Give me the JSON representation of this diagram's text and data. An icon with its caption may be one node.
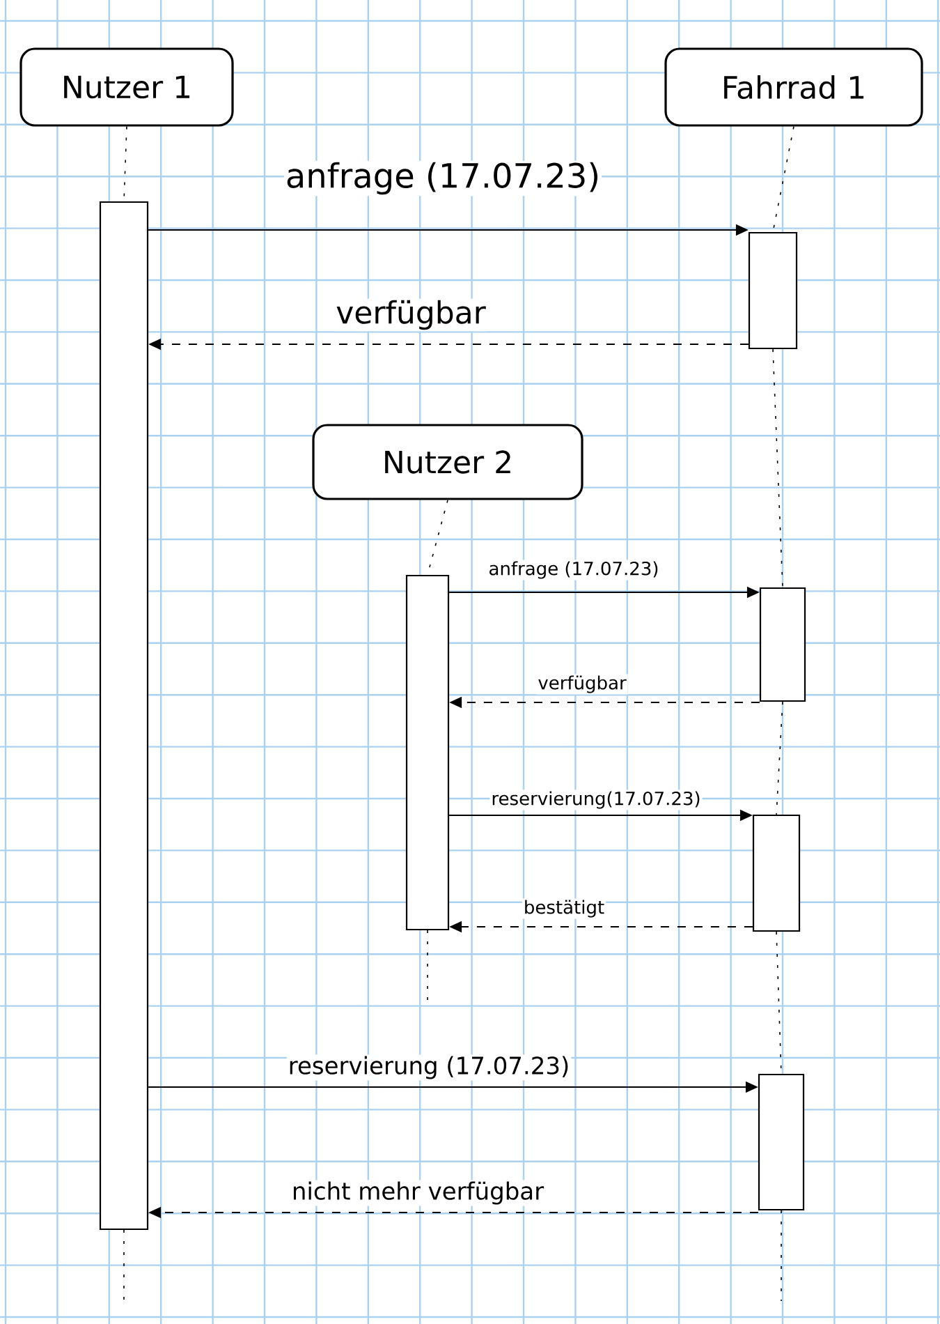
{
  "diagram": {
    "nodes": [
      {
        "text": [
          "Nutzer 1"
        ]
      },
      {
        "text": [
          "Fahrrad 1"
        ]
      },
      {
        "text": [
          "Nutzer 2"
        ]
      },
      {
        "text": [],
        "shape": "bar"
      },
      {
        "text": [],
        "shape": "bar"
      },
      {
        "text": [],
        "shape": "bar"
      },
      {
        "text": [],
        "shape": "bar"
      },
      {
        "text": [],
        "shape": "bar"
      },
      {
        "text": [],
        "shape": "bar"
      }
    ],
    "edges": [
      {
        "from": 0,
        "to": 3,
        "arrow": "none",
        "style": "dashed"
      },
      {
        "from": 1,
        "to": 4,
        "arrow": "none",
        "style": "dashed"
      },
      {
        "from": 4,
        "to": 6,
        "arrow": "none",
        "style": "dashed"
      },
      {
        "from": 6,
        "to": 7,
        "arrow": "none",
        "style": "dashed"
      },
      {
        "from": 7,
        "to": 8,
        "arrow": "none",
        "style": "dashed"
      },
      {
        "from": 2,
        "to": 5,
        "arrow": "none",
        "style": "dashed"
      },
      {
        "from": 3,
        "to": 4,
        "arrow": "to",
        "label": "anfrage (17.07.23)"
      },
      {
        "from": 4,
        "to": 3,
        "arrow": "to",
        "label": "verfügbar",
        "style": "dashed"
      },
      {
        "from": 5,
        "to": 6,
        "arrow": "to",
        "label": "anfrage (17.07.23)"
      },
      {
        "from": 6,
        "to": 5,
        "arrow": "to",
        "label": "verfügbar",
        "style": "dashed"
      },
      {
        "from": 5,
        "to": 7,
        "arrow": "to",
        "label": "reservierung(17.07.23)"
      },
      {
        "from": 7,
        "to": 5,
        "arrow": "to",
        "label": "bestätigt",
        "style": "dashed"
      },
      {
        "from": 3,
        "to": 8,
        "arrow": "to",
        "label": "reservierung (17.07.23)"
      },
      {
        "from": 8,
        "to": 3,
        "arrow": "to",
        "label": "nicht mehr verfügbar",
        "style": "dashed"
      }
    ]
  }
}
